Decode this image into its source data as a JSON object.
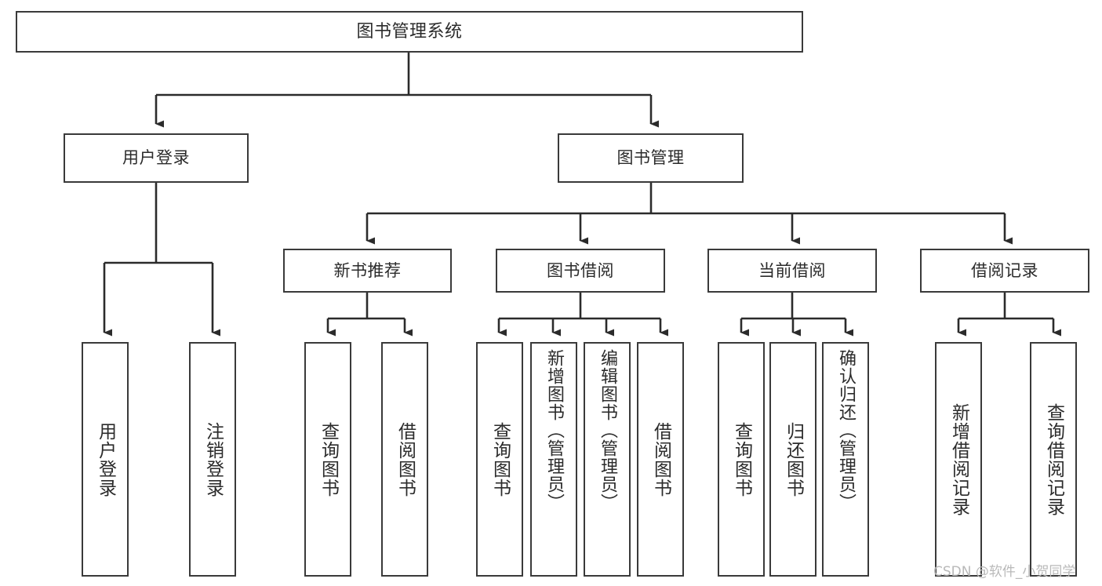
{
  "diagram": {
    "title": "图书管理系统",
    "type": "hierarchy-tree",
    "orientation": "top-down",
    "colors": {
      "background": "#ffffff",
      "box_border": "#3a3a3a",
      "box_fill": "#ffffff",
      "edge": "#2b2b2b",
      "text": "#2b2b2b",
      "watermark": "#b9b9b9"
    },
    "nodes": {
      "root": {
        "id": "root",
        "label": "图书管理系统",
        "level": 0
      },
      "level1": [
        {
          "id": "user_login",
          "label": "用户登录",
          "level": 1
        },
        {
          "id": "book_manage",
          "label": "图书管理",
          "level": 1
        }
      ],
      "level2": [
        {
          "id": "new_book_rec",
          "label": "新书推荐",
          "level": 2,
          "parent": "book_manage"
        },
        {
          "id": "book_borrow",
          "label": "图书借阅",
          "level": 2,
          "parent": "book_manage"
        },
        {
          "id": "current_borrow",
          "label": "当前借阅",
          "level": 2,
          "parent": "book_manage"
        },
        {
          "id": "borrow_record",
          "label": "借阅记录",
          "level": 2,
          "parent": "book_manage"
        }
      ],
      "leaves": [
        {
          "id": "leaf_user_login",
          "label": "用户登录",
          "parent": "user_login"
        },
        {
          "id": "leaf_logout",
          "label": "注销登录",
          "parent": "user_login"
        },
        {
          "id": "leaf_query_book_1",
          "label": "查询图书",
          "parent": "new_book_rec"
        },
        {
          "id": "leaf_borrow_book_1",
          "label": "借阅图书",
          "parent": "new_book_rec"
        },
        {
          "id": "leaf_query_book_2",
          "label": "查询图书",
          "parent": "book_borrow"
        },
        {
          "id": "leaf_add_book",
          "label": "新增图书（管理员）",
          "parent": "book_borrow"
        },
        {
          "id": "leaf_edit_book",
          "label": "编辑图书（管理员）",
          "parent": "book_borrow"
        },
        {
          "id": "leaf_borrow_book_2",
          "label": "借阅图书",
          "parent": "book_borrow"
        },
        {
          "id": "leaf_query_book_3",
          "label": "查询图书",
          "parent": "current_borrow"
        },
        {
          "id": "leaf_return_book",
          "label": "归还图书",
          "parent": "current_borrow"
        },
        {
          "id": "leaf_confirm_return",
          "label": "确认归还（管理员）",
          "parent": "current_borrow"
        },
        {
          "id": "leaf_add_record",
          "label": "新增借阅记录",
          "parent": "borrow_record"
        },
        {
          "id": "leaf_query_record",
          "label": "查询借阅记录",
          "parent": "borrow_record"
        }
      ]
    },
    "watermark": "CSDN @软件_小贺同学"
  }
}
